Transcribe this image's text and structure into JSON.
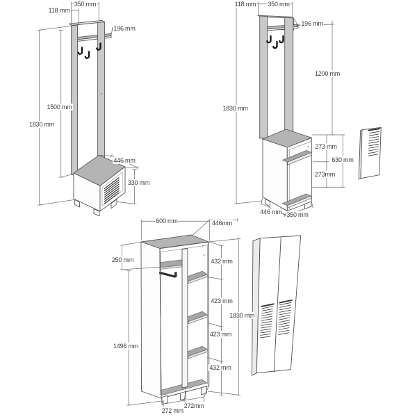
{
  "sheet": {
    "background": "#ffffff",
    "line_color": "#575757",
    "dim_line_color": "#6f6f6f",
    "label_color": "#3a3a3a",
    "surface_gray": "#b4b4b4",
    "post_gray": "#c9c9c9",
    "hook_black": "#161616"
  },
  "coat_rack_closed": {
    "top_width": "350 mm",
    "post_depth": "118 mm",
    "shelf_depth": "196 mm",
    "frame_height": "1500 mm",
    "total_height": "1830 mm",
    "cabinet_depth": "446 mm",
    "cabinet_height": "330 mm"
  },
  "coat_rack_open": {
    "post_depth": "118 mm",
    "top_width": "350 mm",
    "shelf_depth": "196 mm",
    "middle_height": "1200 mm",
    "total_height": "1830 mm",
    "niche_top": "273 mm",
    "cabinet_height": "630 mm",
    "niche_bottom": "273mm",
    "cabinet_depth": "446 mm",
    "cabinet_width": "350 mm"
  },
  "wardrobe": {
    "width": "600 mm",
    "depth": "446mm",
    "top_niche_height": "250 mm",
    "niche_1": "432 mm",
    "niche_2": "423 mm",
    "total_height": "1830 mm",
    "niche_3": "423 mm",
    "niche_4": "432 mm",
    "interior_height": "1496 mm",
    "niche_width_left": "272 mm",
    "niche_width_right": "272mm"
  }
}
